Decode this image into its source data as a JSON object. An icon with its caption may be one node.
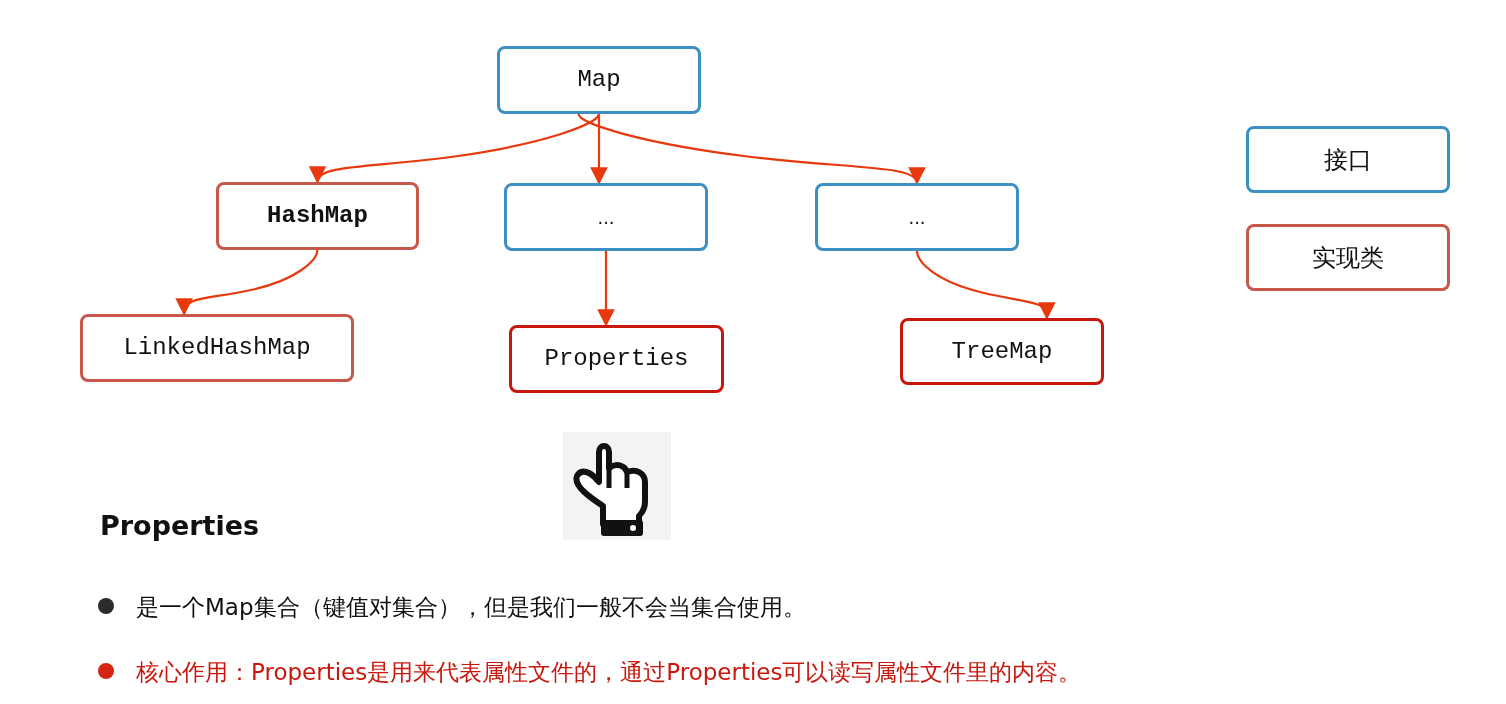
{
  "diagram": {
    "nodes": [
      {
        "text": [
          "Map"
        ]
      },
      {
        "text": [
          "HashMap"
        ]
      },
      {
        "text": [
          "..."
        ]
      },
      {
        "text": [
          "..."
        ]
      },
      {
        "text": [
          "LinkedHashMap"
        ]
      },
      {
        "text": [
          "Properties"
        ]
      },
      {
        "text": [
          "TreeMap"
        ]
      },
      {
        "text": [
          "接口"
        ]
      },
      {
        "text": [
          "实现类"
        ]
      }
    ],
    "edges": [
      {
        "from": 0,
        "to": 1,
        "arrow": "to"
      },
      {
        "from": 0,
        "to": 2,
        "arrow": "to"
      },
      {
        "from": 0,
        "to": 3,
        "arrow": "to"
      },
      {
        "from": 1,
        "to": 4,
        "arrow": "to"
      },
      {
        "from": 2,
        "to": 5,
        "arrow": "to"
      },
      {
        "from": 3,
        "to": 6,
        "arrow": "to"
      }
    ],
    "labels": [
      "Properties",
      "是一个Map集合（键值对集合），但是我们一般不会当集合使用。",
      "核心作用：Properties是用来代表属性文件的，通过Properties可以读写属性文件里的内容。"
    ]
  }
}
